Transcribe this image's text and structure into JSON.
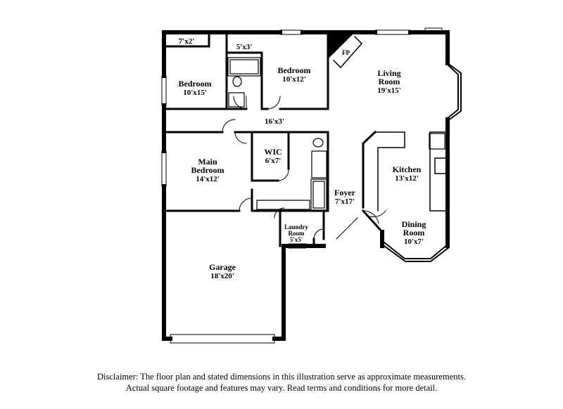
{
  "rooms": {
    "closet_a": {
      "dim": "7'x2'"
    },
    "closet_b": {
      "dim": "5'x3'"
    },
    "bedroom_1": {
      "name": "Bedroom",
      "dim": "10'x15'"
    },
    "bedroom_2": {
      "name": "Bedroom",
      "dim": "10'x12'"
    },
    "living": {
      "name": "Living",
      "name2": "Room",
      "dim": "19'x15'"
    },
    "hall": {
      "dim": "16'x3'"
    },
    "main_bedroom": {
      "name": "Main",
      "name2": "Bedroom",
      "dim": "14'x12'"
    },
    "wic": {
      "name": "WIC",
      "dim": "6'x7'"
    },
    "kitchen": {
      "name": "Kitchen",
      "dim": "13'x12'"
    },
    "foyer": {
      "name": "Foyer",
      "dim": "7'x17'"
    },
    "laundry": {
      "name": "Laundry",
      "name2": "Room",
      "dim": "5'x5'"
    },
    "dining": {
      "name": "Dining",
      "name2": "Room",
      "dim": "10'x7'"
    },
    "garage": {
      "name": "Garage",
      "dim": "18'x20'"
    }
  },
  "fireplace_label": "FP",
  "disclaimer": {
    "line1": "Disclaimer: The floor plan and stated dimensions in this illustration serve as approximate measurements.",
    "line2": "Actual square footage and features may vary. Read terms and conditions for more detail."
  }
}
